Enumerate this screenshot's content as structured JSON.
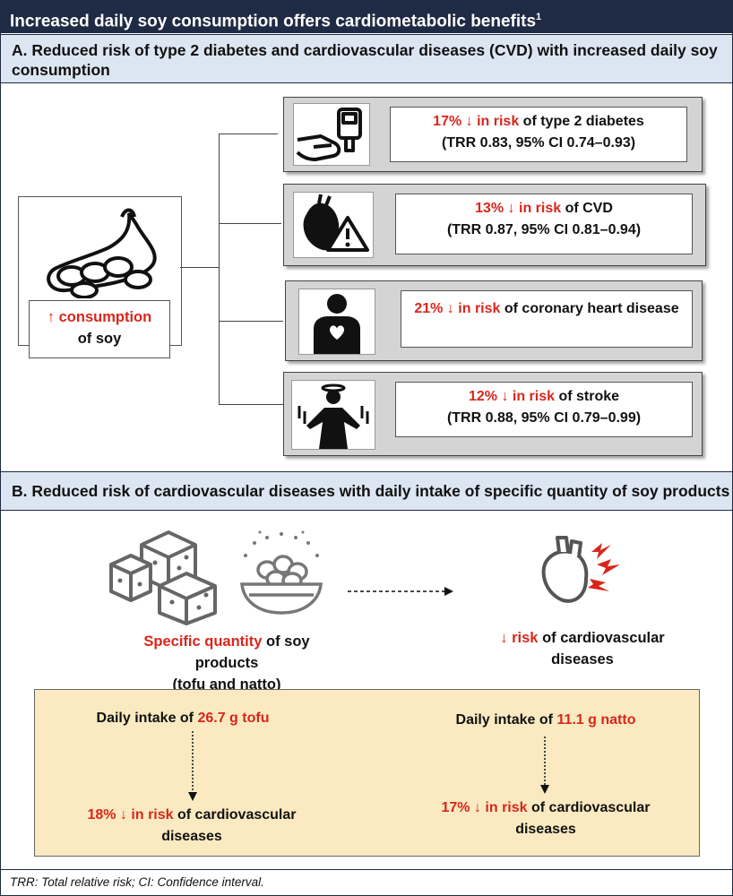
{
  "title": {
    "text": "Increased daily soy consumption offers cardiometabolic benefits",
    "superscript": "1"
  },
  "section_a": {
    "heading": "A. Reduced risk of type 2 diabetes and cardiovascular diseases (CVD) with increased daily soy consumption",
    "soy": {
      "arrow": "↑",
      "emphasis": "consumption",
      "rest": "of soy"
    },
    "outcomes": [
      {
        "value": "17% ↓ in risk",
        "rest": " of type 2 diabetes",
        "stat": "(TRR 0.83, 95% CI 0.74–0.93)",
        "icon": "glucose-meter-icon"
      },
      {
        "value": "13% ↓ in risk",
        "rest": " of CVD",
        "stat": "(TRR 0.87, 95% CI 0.81–0.94)",
        "icon": "heart-warning-icon"
      },
      {
        "value": "21% ↓ in risk",
        "rest": " of coronary heart disease",
        "stat": "",
        "icon": "chest-heart-icon"
      },
      {
        "value": "12% ↓ in risk",
        "rest": " of stroke",
        "stat": "(TRR 0.88, 95% CI 0.79–0.99)",
        "icon": "dizzy-person-icon"
      }
    ]
  },
  "section_b": {
    "heading": "B. Reduced risk of cardiovascular diseases with daily intake of specific quantity of soy products",
    "left_label": {
      "emphasis": "Specific quantity",
      "rest": " of soy products",
      "line2": "(tofu and natto)"
    },
    "right_label": {
      "emphasis": "↓ risk",
      "rest": " of cardiovascular",
      "line2": "diseases"
    },
    "tofu": {
      "prefix": "Daily intake of ",
      "amount": "26.7 g tofu",
      "result_value": "18% ↓ in risk",
      "result_rest": " of cardiovascular",
      "result_line2": "diseases"
    },
    "natto": {
      "prefix": "Daily intake of ",
      "amount": "11.1 g natto",
      "result_value": "17% ↓ in risk",
      "result_rest": " of cardiovascular",
      "result_line2": "diseases"
    }
  },
  "footnote": "TRR: Total relative risk; CI: Confidence interval.",
  "colors": {
    "navy": "#1f2a44",
    "section_bg": "#dce6f2",
    "accent_red": "#d9261c",
    "yellow_bg": "#fbeac1",
    "outcome_bg": "#d4d4d4"
  }
}
